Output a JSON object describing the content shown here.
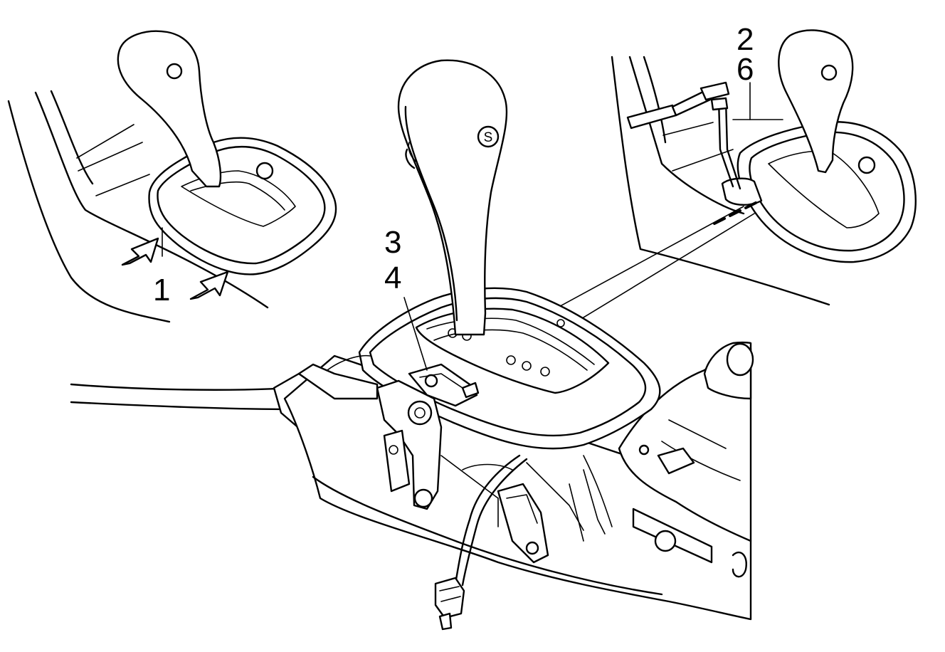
{
  "callouts": {
    "c1": "1",
    "c2": "2",
    "c3": "3",
    "c4": "4",
    "c6": "6"
  },
  "knob_mark": "S"
}
